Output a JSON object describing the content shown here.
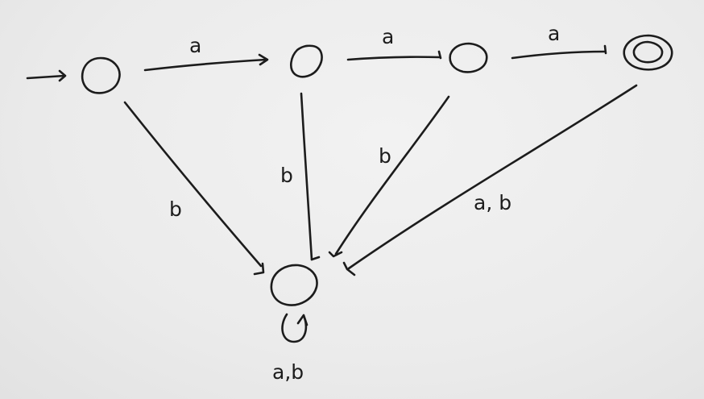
{
  "diagram": {
    "type": "finite-automaton",
    "ink_color": "#1c1c1c",
    "paper_color": "#ececec",
    "states": [
      {
        "id": "q0",
        "start": true,
        "accepting": false
      },
      {
        "id": "q1",
        "start": false,
        "accepting": false
      },
      {
        "id": "q2",
        "start": false,
        "accepting": false
      },
      {
        "id": "q3",
        "start": false,
        "accepting": true
      },
      {
        "id": "qd",
        "start": false,
        "accepting": false
      }
    ],
    "transitions": [
      {
        "from": "q0",
        "to": "q1",
        "label": "a"
      },
      {
        "from": "q1",
        "to": "q2",
        "label": "a"
      },
      {
        "from": "q2",
        "to": "q3",
        "label": "a"
      },
      {
        "from": "q0",
        "to": "qd",
        "label": "b"
      },
      {
        "from": "q1",
        "to": "qd",
        "label": "b"
      },
      {
        "from": "q2",
        "to": "qd",
        "label": "b"
      },
      {
        "from": "q3",
        "to": "qd",
        "label": "a, b"
      },
      {
        "from": "qd",
        "to": "qd",
        "label": "a,b"
      }
    ]
  }
}
